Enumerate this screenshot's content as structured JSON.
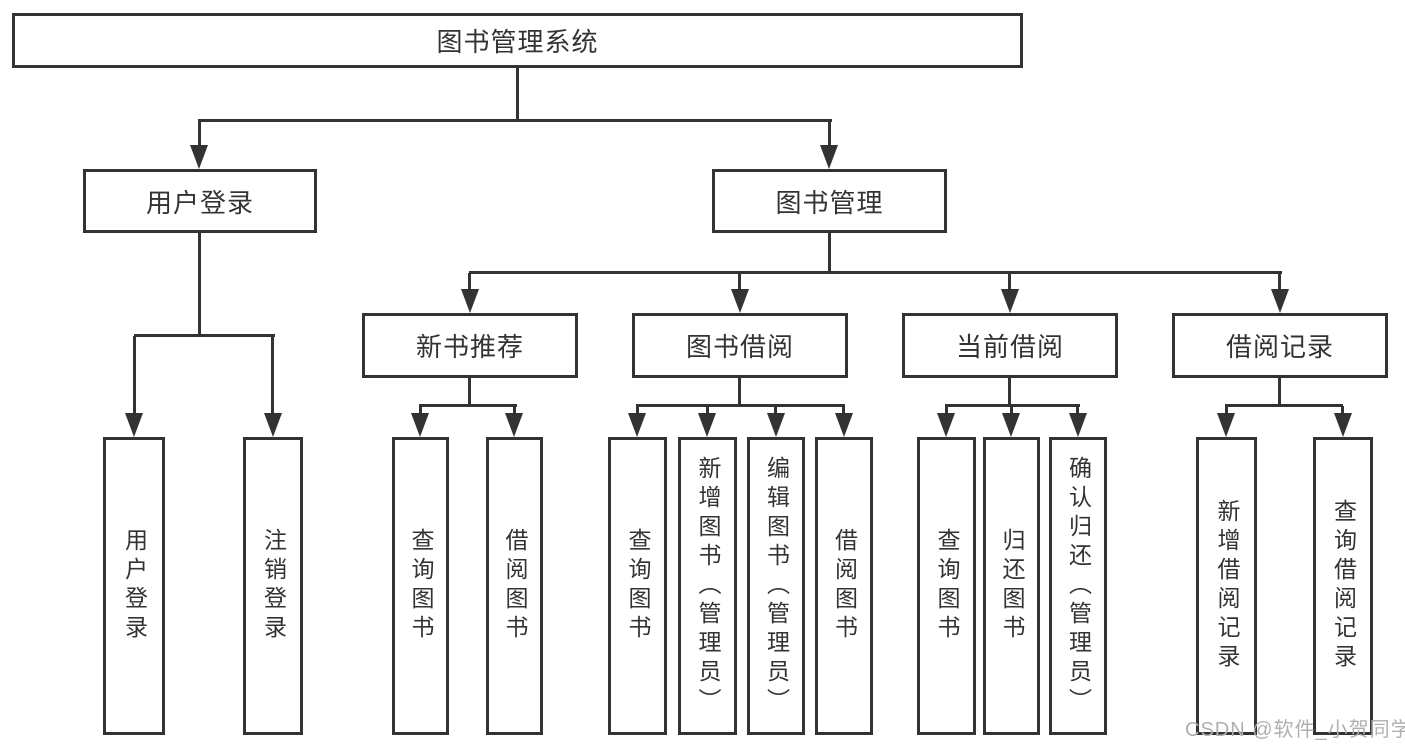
{
  "diagram": {
    "root": {
      "label": "图书管理系统"
    },
    "branches": [
      {
        "label": "用户登录",
        "children": [
          {
            "label": "用户登录"
          },
          {
            "label": "注销登录"
          }
        ]
      },
      {
        "label": "图书管理",
        "groups": [
          {
            "label": "新书推荐",
            "children": [
              {
                "label": "查询图书"
              },
              {
                "label": "借阅图书"
              }
            ]
          },
          {
            "label": "图书借阅",
            "children": [
              {
                "label": "查询图书"
              },
              {
                "label": "新增图书（管理员）"
              },
              {
                "label": "编辑图书（管理员）"
              },
              {
                "label": "借阅图书"
              }
            ]
          },
          {
            "label": "当前借阅",
            "children": [
              {
                "label": "查询图书"
              },
              {
                "label": "归还图书"
              },
              {
                "label": "确认归还（管理员）"
              }
            ]
          },
          {
            "label": "借阅记录",
            "children": [
              {
                "label": "新增借阅记录"
              },
              {
                "label": "查询借阅记录"
              }
            ]
          }
        ]
      }
    ]
  },
  "watermark": {
    "text": "CSDN @软件_小贺同学"
  },
  "colors": {
    "line": "#333333",
    "box_background": "#ffffff",
    "text": "#333333",
    "watermark": "#b0b0b0",
    "page_background": "#ffffff"
  }
}
